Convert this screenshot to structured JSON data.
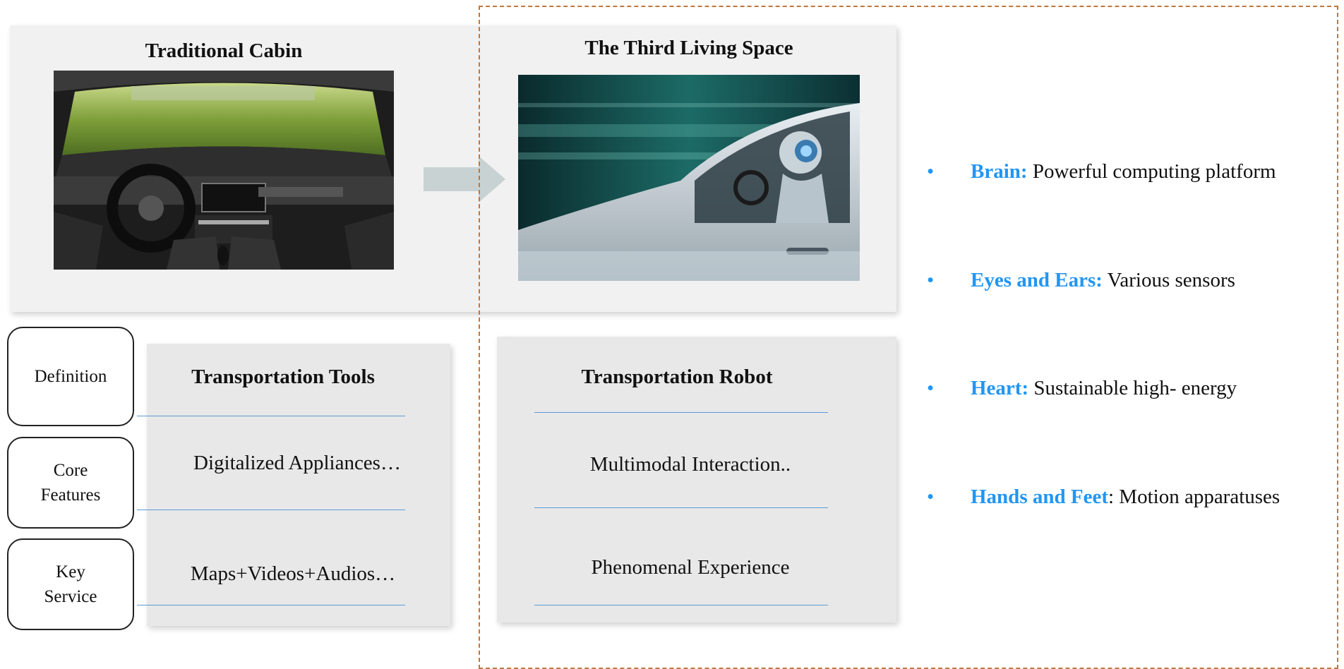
{
  "left_section": {
    "title": "Traditional Cabin"
  },
  "right_section": {
    "title": "The Third Living Space"
  },
  "row_labels": [
    "Definition",
    "Core\nFeatures",
    "Key\nService"
  ],
  "left_card": {
    "title": "Transportation Tools",
    "feature": "Digitalized Appliances…",
    "service": "Maps+Videos+Audios…"
  },
  "right_card": {
    "title": "Transportation Robot",
    "feature": "Multimodal Interaction..",
    "service": "Phenomenal Experience"
  },
  "bullets": [
    {
      "dot": "•",
      "key": "Brain:",
      "text": " Powerful computing platform"
    },
    {
      "dot": "•",
      "key": "Eyes and Ears:",
      "text": " Various sensors"
    },
    {
      "dot": "•",
      "key": "Heart:",
      "text": " Sustainable high- energy"
    },
    {
      "dot": "•",
      "key": "Hands and Feet",
      "text": ": Motion apparatuses"
    }
  ],
  "colors": {
    "accent": "#2196f3",
    "dashed_border": "#c0773a",
    "rule": "#5b9bd5",
    "panel": "#f1f1f1",
    "card": "#e8e8e8"
  }
}
